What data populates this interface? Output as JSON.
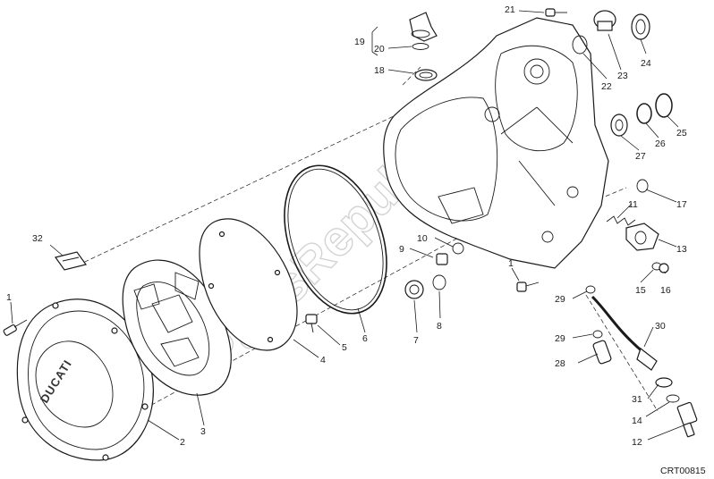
{
  "diagram": {
    "code": "CRT00815",
    "watermark": "PartsRepublik",
    "cover_brand": "DUCATI",
    "callouts": [
      "1",
      "2",
      "3",
      "4",
      "5",
      "6",
      "7",
      "8",
      "9",
      "10",
      "11",
      "12",
      "13",
      "14",
      "15",
      "16",
      "17",
      "18",
      "19",
      "20",
      "21",
      "22",
      "23",
      "24",
      "25",
      "26",
      "27",
      "28",
      "29",
      "29",
      "30",
      "31",
      "32",
      "1"
    ]
  }
}
